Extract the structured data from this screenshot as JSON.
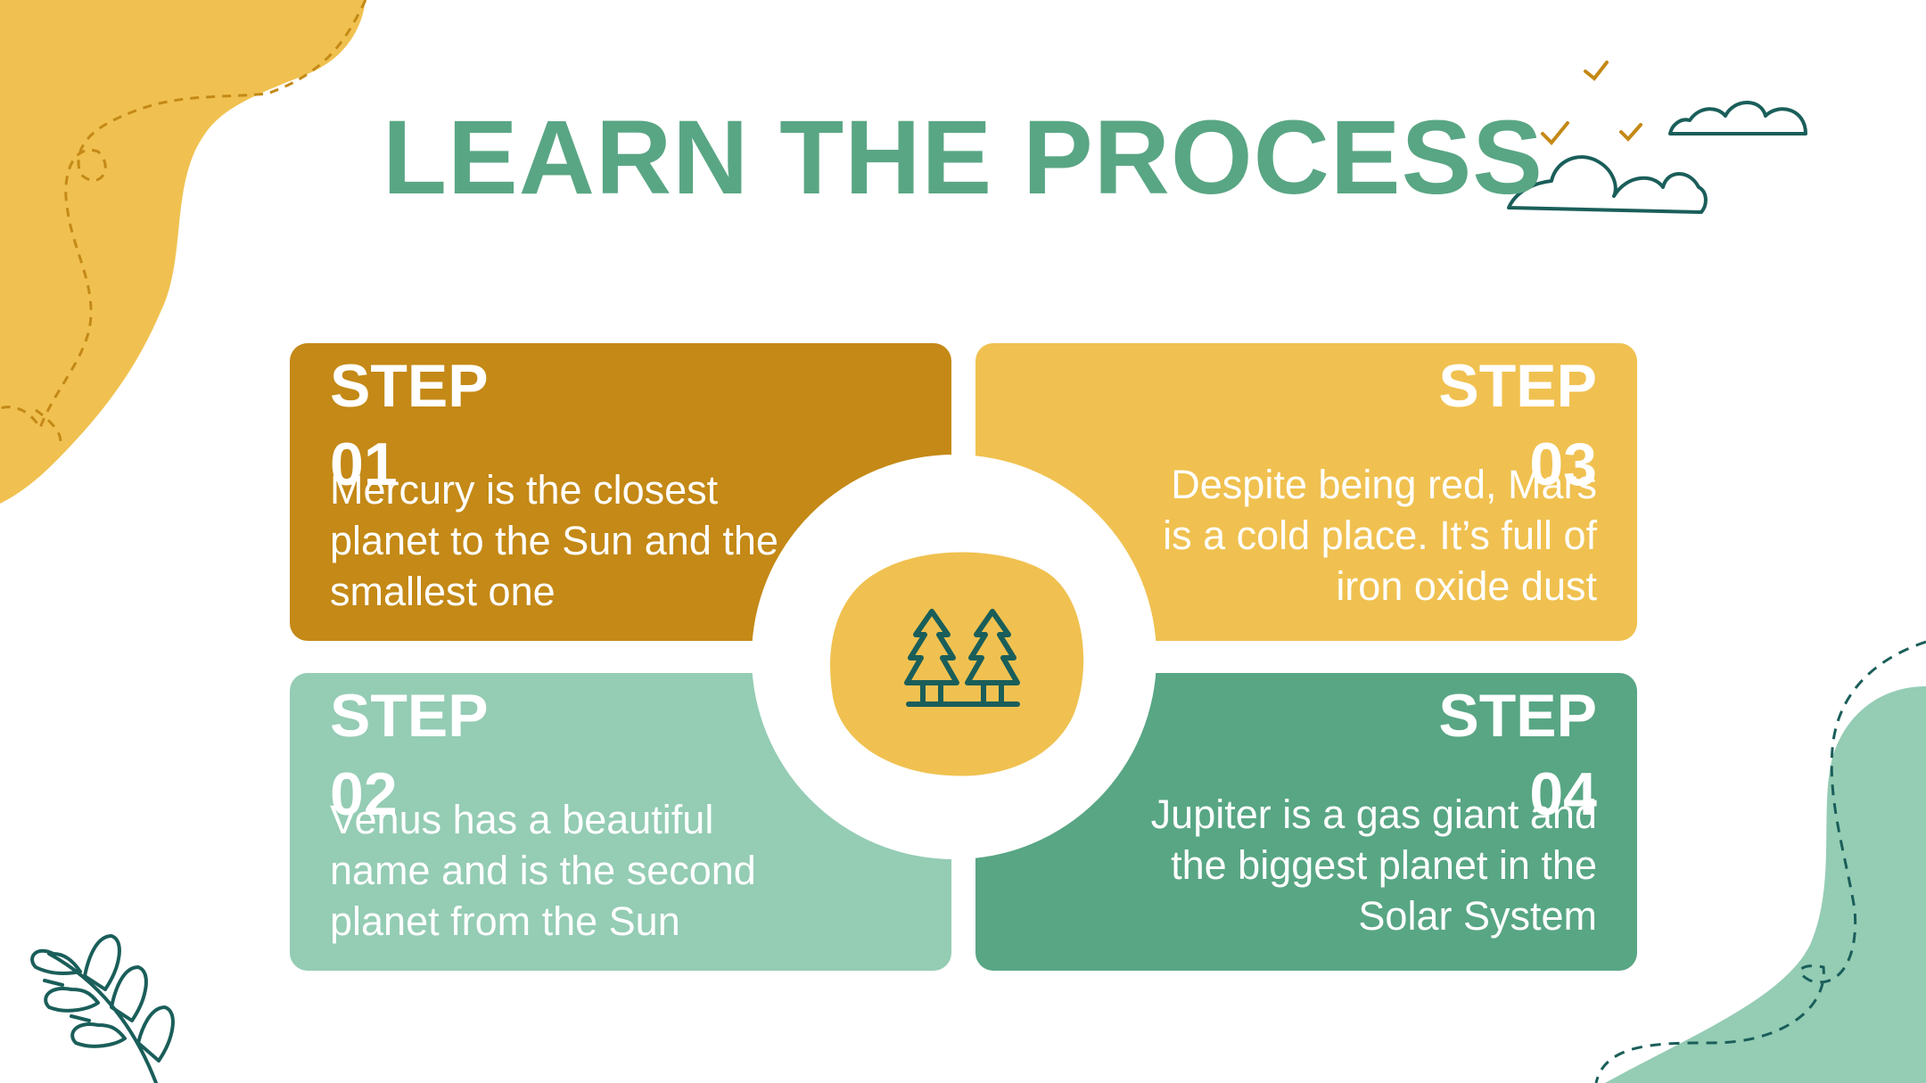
{
  "title": "LEARN THE PROCESS",
  "colors": {
    "title": "#59a684",
    "mustard": "#c48916",
    "yellow": "#f0c150",
    "mint": "#94ccb4",
    "green": "#58a684",
    "dark_teal": "#1a5e5a"
  },
  "center_icon": "pine-trees-icon",
  "steps": [
    {
      "label": "STEP 01",
      "text": "Mercury is the closest planet to the Sun and the smallest one"
    },
    {
      "label": "STEP 02",
      "text": "Venus has a beautiful name and is the second planet from the Sun"
    },
    {
      "label": "STEP 03",
      "text": "Despite being red, Mars is a cold place. It’s full of iron oxide dust"
    },
    {
      "label": "STEP 04",
      "text": "Jupiter is a gas giant and the biggest planet in the Solar System"
    }
  ]
}
